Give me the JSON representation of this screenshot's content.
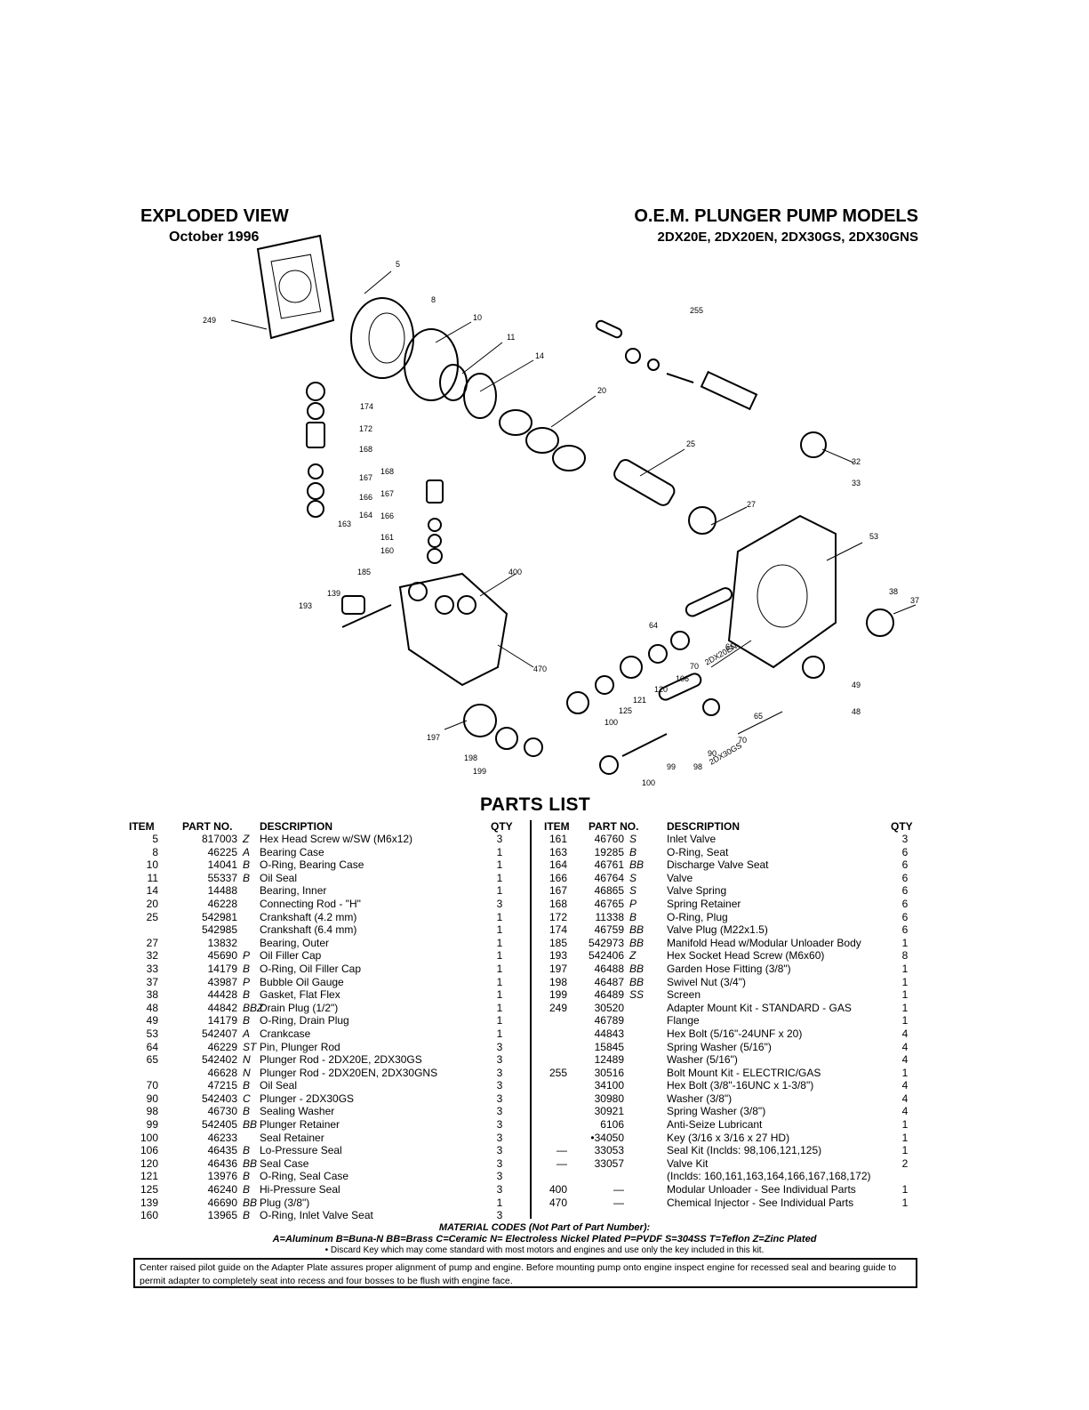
{
  "header": {
    "left_title": "EXPLODED VIEW",
    "date": "October 1996",
    "right_title": "O.E.M. PLUNGER PUMP MODELS",
    "models": "2DX20E, 2DX20EN, 2DX30GS, 2DX30GNS"
  },
  "diagram_labels": [
    "249",
    "5",
    "8",
    "10",
    "11",
    "14",
    "174",
    "172",
    "168",
    "167",
    "166",
    "164",
    "163",
    "168",
    "167",
    "166",
    "161",
    "160",
    "185",
    "139",
    "193",
    "400",
    "20",
    "25",
    "255",
    "27",
    "32",
    "33",
    "53",
    "38",
    "37",
    "64",
    "65",
    "70",
    "106",
    "2DX20EN",
    "120",
    "121",
    "125",
    "100",
    "470",
    "49",
    "48",
    "65",
    "70",
    "90",
    "98",
    "99",
    "2DX30GS",
    "100",
    "197",
    "198",
    "199"
  ],
  "parts_list": {
    "heading": "PARTS LIST",
    "col_headers": {
      "item": "ITEM",
      "part_no": "PART NO.",
      "description": "DESCRIPTION",
      "qty": "QTY"
    },
    "left": [
      {
        "item": "5",
        "part": "817003",
        "mat": "Z",
        "desc": "Hex Head Screw w/SW (M6x12)",
        "qty": "3"
      },
      {
        "item": "8",
        "part": "46225",
        "mat": "A",
        "desc": "Bearing Case",
        "qty": "1"
      },
      {
        "item": "10",
        "part": "14041",
        "mat": "B",
        "desc": "O-Ring, Bearing Case",
        "qty": "1"
      },
      {
        "item": "11",
        "part": "55337",
        "mat": "B",
        "desc": "Oil Seal",
        "qty": "1"
      },
      {
        "item": "14",
        "part": "14488",
        "mat": "",
        "desc": "Bearing, Inner",
        "qty": "1"
      },
      {
        "item": "20",
        "part": "46228",
        "mat": "",
        "desc": "Connecting Rod - \"H\"",
        "qty": "3"
      },
      {
        "item": "25",
        "part": "542981",
        "mat": "",
        "desc": "Crankshaft (4.2 mm)",
        "qty": "1"
      },
      {
        "item": "",
        "part": "542985",
        "mat": "",
        "desc": "Crankshaft (6.4 mm)",
        "qty": "1"
      },
      {
        "item": "27",
        "part": "13832",
        "mat": "",
        "desc": "Bearing, Outer",
        "qty": "1"
      },
      {
        "item": "32",
        "part": "45690",
        "mat": "P",
        "desc": "Oil Filler Cap",
        "qty": "1"
      },
      {
        "item": "33",
        "part": "14179",
        "mat": "B",
        "desc": "O-Ring, Oil Filler Cap",
        "qty": "1"
      },
      {
        "item": "37",
        "part": "43987",
        "mat": "P",
        "desc": "Bubble Oil Gauge",
        "qty": "1"
      },
      {
        "item": "38",
        "part": "44428",
        "mat": "B",
        "desc": "Gasket, Flat Flex",
        "qty": "1"
      },
      {
        "item": "48",
        "part": "44842",
        "mat": "BBZ",
        "desc": "Drain Plug (1/2\")",
        "qty": "1"
      },
      {
        "item": "49",
        "part": "14179",
        "mat": "B",
        "desc": "O-Ring, Drain Plug",
        "qty": "1"
      },
      {
        "item": "53",
        "part": "542407",
        "mat": "A",
        "desc": "Crankcase",
        "qty": "1"
      },
      {
        "item": "64",
        "part": "46229",
        "mat": "ST",
        "desc": "Pin, Plunger Rod",
        "qty": "3"
      },
      {
        "item": "65",
        "part": "542402",
        "mat": "N",
        "desc": "Plunger Rod - 2DX20E, 2DX30GS",
        "qty": "3"
      },
      {
        "item": "",
        "part": "46628",
        "mat": "N",
        "desc": "Plunger Rod - 2DX20EN, 2DX30GNS",
        "qty": "3"
      },
      {
        "item": "70",
        "part": "47215",
        "mat": "B",
        "desc": "Oil Seal",
        "qty": "3"
      },
      {
        "item": "90",
        "part": "542403",
        "mat": "C",
        "desc": "Plunger - 2DX30GS",
        "qty": "3"
      },
      {
        "item": "98",
        "part": "46730",
        "mat": "B",
        "desc": "Sealing Washer",
        "qty": "3"
      },
      {
        "item": "99",
        "part": "542405",
        "mat": "BB",
        "desc": "Plunger Retainer",
        "qty": "3"
      },
      {
        "item": "100",
        "part": "46233",
        "mat": "",
        "desc": "Seal Retainer",
        "qty": "3"
      },
      {
        "item": "106",
        "part": "46435",
        "mat": "B",
        "desc": "Lo-Pressure Seal",
        "qty": "3"
      },
      {
        "item": "120",
        "part": "46436",
        "mat": "BB",
        "desc": "Seal Case",
        "qty": "3"
      },
      {
        "item": "121",
        "part": "13976",
        "mat": "B",
        "desc": "O-Ring, Seal Case",
        "qty": "3"
      },
      {
        "item": "125",
        "part": "46240",
        "mat": "B",
        "desc": "Hi-Pressure Seal",
        "qty": "3"
      },
      {
        "item": "139",
        "part": "46690",
        "mat": "BB",
        "desc": "Plug (3/8\")",
        "qty": "1"
      },
      {
        "item": "160",
        "part": "13965",
        "mat": "B",
        "desc": "O-Ring, Inlet Valve Seat",
        "qty": "3"
      }
    ],
    "right": [
      {
        "item": "161",
        "part": "46760",
        "mat": "S",
        "desc": "Inlet Valve",
        "qty": "3"
      },
      {
        "item": "163",
        "part": "19285",
        "mat": "B",
        "desc": "O-Ring, Seat",
        "qty": "6"
      },
      {
        "item": "164",
        "part": "46761",
        "mat": "BB",
        "desc": "Discharge Valve Seat",
        "qty": "6"
      },
      {
        "item": "166",
        "part": "46764",
        "mat": "S",
        "desc": "Valve",
        "qty": "6"
      },
      {
        "item": "167",
        "part": "46865",
        "mat": "S",
        "desc": "Valve Spring",
        "qty": "6"
      },
      {
        "item": "168",
        "part": "46765",
        "mat": "P",
        "desc": "Spring Retainer",
        "qty": "6"
      },
      {
        "item": "172",
        "part": "11338",
        "mat": "B",
        "desc": "O-Ring, Plug",
        "qty": "6"
      },
      {
        "item": "174",
        "part": "46759",
        "mat": "BB",
        "desc": "Valve Plug (M22x1.5)",
        "qty": "6"
      },
      {
        "item": "185",
        "part": "542973",
        "mat": "BB",
        "desc": "Manifold Head w/Modular Unloader Body",
        "qty": "1"
      },
      {
        "item": "193",
        "part": "542406",
        "mat": "Z",
        "desc": "Hex Socket Head Screw (M6x60)",
        "qty": "8"
      },
      {
        "item": "197",
        "part": "46488",
        "mat": "BB",
        "desc": "Garden Hose Fitting (3/8\")",
        "qty": "1"
      },
      {
        "item": "198",
        "part": "46487",
        "mat": "BB",
        "desc": "Swivel Nut (3/4\")",
        "qty": "1"
      },
      {
        "item": "199",
        "part": "46489",
        "mat": "SS",
        "desc": "Screen",
        "qty": "1"
      },
      {
        "item": "249",
        "part": "30520",
        "mat": "",
        "desc": "Adapter Mount Kit - STANDARD - GAS",
        "qty": "1"
      },
      {
        "item": "",
        "part": "46789",
        "mat": "",
        "desc": "Flange",
        "qty": "1"
      },
      {
        "item": "",
        "part": "44843",
        "mat": "",
        "desc": "Hex Bolt (5/16\"-24UNF x 20)",
        "qty": "4"
      },
      {
        "item": "",
        "part": "15845",
        "mat": "",
        "desc": "Spring Washer (5/16\")",
        "qty": "4"
      },
      {
        "item": "",
        "part": "12489",
        "mat": "",
        "desc": "Washer (5/16\")",
        "qty": "4"
      },
      {
        "item": "255",
        "part": "30516",
        "mat": "",
        "desc": "Bolt Mount Kit - ELECTRIC/GAS",
        "qty": "1"
      },
      {
        "item": "",
        "part": "34100",
        "mat": "",
        "desc": "Hex Bolt (3/8\"-16UNC x 1-3/8\")",
        "qty": "4"
      },
      {
        "item": "",
        "part": "30980",
        "mat": "",
        "desc": "Washer (3/8\")",
        "qty": "4"
      },
      {
        "item": "",
        "part": "30921",
        "mat": "",
        "desc": "Spring Washer (3/8\")",
        "qty": "4"
      },
      {
        "item": "",
        "part": "6106",
        "mat": "",
        "desc": "Anti-Seize Lubricant",
        "qty": "1"
      },
      {
        "item": "",
        "part": "•34050",
        "mat": "",
        "desc": "Key (3/16 x 3/16 x 27 HD)",
        "qty": "1"
      },
      {
        "item": "—",
        "part": "33053",
        "mat": "",
        "desc": "Seal Kit (Inclds: 98,106,121,125)",
        "qty": "1"
      },
      {
        "item": "—",
        "part": "33057",
        "mat": "",
        "desc": "Valve Kit",
        "qty": "2"
      },
      {
        "item": "",
        "part": "",
        "mat": "",
        "desc": "(Inclds: 160,161,163,164,166,167,168,172)",
        "qty": ""
      },
      {
        "item": "400",
        "part": "—",
        "mat": "",
        "desc": "Modular Unloader - See Individual Parts",
        "qty": "1"
      },
      {
        "item": "470",
        "part": "—",
        "mat": "",
        "desc": "Chemical Injector - See Individual Parts",
        "qty": "1"
      }
    ]
  },
  "footer": {
    "material_title": "MATERIAL CODES (Not Part of Part Number):",
    "material_codes": "A=Aluminum  B=Buna-N  BB=Brass  C=Ceramic  N= Electroless Nickel Plated  P=PVDF  S=304SS  T=Teflon  Z=Zinc Plated",
    "discard_note": "• Discard Key which may come standard with most motors and engines and use only the key included in this kit.",
    "note_box": "Center raised pilot guide on the Adapter Plate assures proper alignment of pump and engine. Before mounting pump onto engine inspect engine for recessed seal and bearing guide to permit adapter to completely seat into recess and four bosses to be flush with engine face."
  }
}
